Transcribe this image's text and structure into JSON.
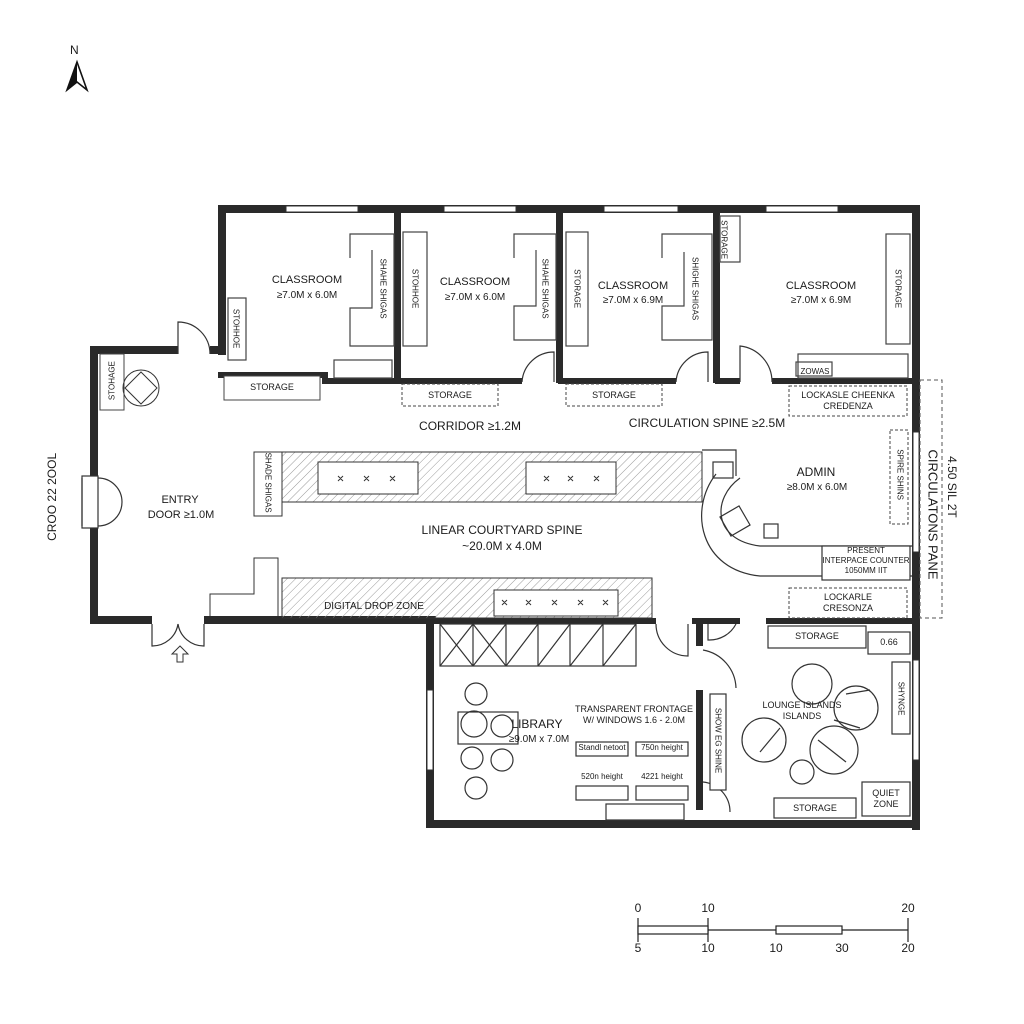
{
  "north": "N",
  "classrooms": [
    {
      "name": "CLASSROOM",
      "dims": "≥7.0M x 6.0M",
      "side_label": "SHAHE SHIGAS",
      "wall_label": "STOHHOE"
    },
    {
      "name": "CLASSROOM",
      "dims": "≥7.0M x 6.0M",
      "side_label": "SHAHE SHIGAS",
      "wall_label": "STOHHOE"
    },
    {
      "name": "CLASSROOM",
      "dims": "≥7.0M x 6.9M",
      "side_label": "SHIGHE SHIGAS",
      "wall_label": "STORAGE"
    },
    {
      "name": "CLASSROOM",
      "dims": "≥7.0M x 6.9M",
      "side_label": "STORAGE",
      "wall_label": "STORAGE"
    }
  ],
  "storage": {
    "cr1": "STORAGE",
    "cr2": "STORAGE",
    "cr3": "STORAGE",
    "cr4_small": "ZOWAS",
    "west": "STOHAGE",
    "north_small": "STORAGE"
  },
  "corridor": "CORRIDOR ≥1.2M",
  "circulation_spine": "CIRCULATION SPINE ≥2.5M",
  "lockable_top": {
    "line1": "LOCKASLE CHEENKA",
    "line2": "CREDENZA"
  },
  "lockable_bottom": {
    "line1": "LOCKARLE",
    "line2": "CRESONZA"
  },
  "admin": {
    "name": "ADMIN",
    "dims": "≥8.0M x 6.0M"
  },
  "counter": {
    "line1": "PRESENT",
    "line2": "INTERPACE COUNTER",
    "line3": "1050MM IIT"
  },
  "entry": {
    "line1": "ENTRY",
    "line2": "DOOR ≥1.0M"
  },
  "left_edge": "CROO 22 2OOL",
  "courtyard": {
    "line1": "LINEAR COURTYARD SPINE",
    "line2": "~20.0M x 4.0M"
  },
  "courtyard_side": "SHADE SHIGAS",
  "digital_drop": "DIGITAL DROP ZONE",
  "right_vertical": {
    "line1": "CIRCULATONS PANE",
    "line2": "4.50 SIL 2T"
  },
  "right_tag": "SPIRE SHINS",
  "library": {
    "name": "LIBRARY",
    "dims": "≥9.0M x 7.0M"
  },
  "frontage": {
    "line1": "TRANSPARENT FRONTAGE",
    "line2": "W/ WINDOWS 1.6 - 2.0M"
  },
  "shelf_labels": [
    "Standl netoot",
    "750n height",
    "520n height",
    "4221 height"
  ],
  "lib_divider": "SHOW EG SHINE",
  "lounge": {
    "line1": "LOUNGE ISLANDS",
    "line2": "ISLANDS"
  },
  "lounge_storage": "STORAGE",
  "lounge_storage_top": "STORAGE",
  "lounge_side": "SHYNGE",
  "dim_box": "0.66",
  "quiet": {
    "line1": "QUIET",
    "line2": "ZONE"
  },
  "scale_top": [
    "0",
    "10",
    "20"
  ],
  "scale_bottom": [
    "5",
    "10",
    "10",
    "30",
    "20"
  ]
}
